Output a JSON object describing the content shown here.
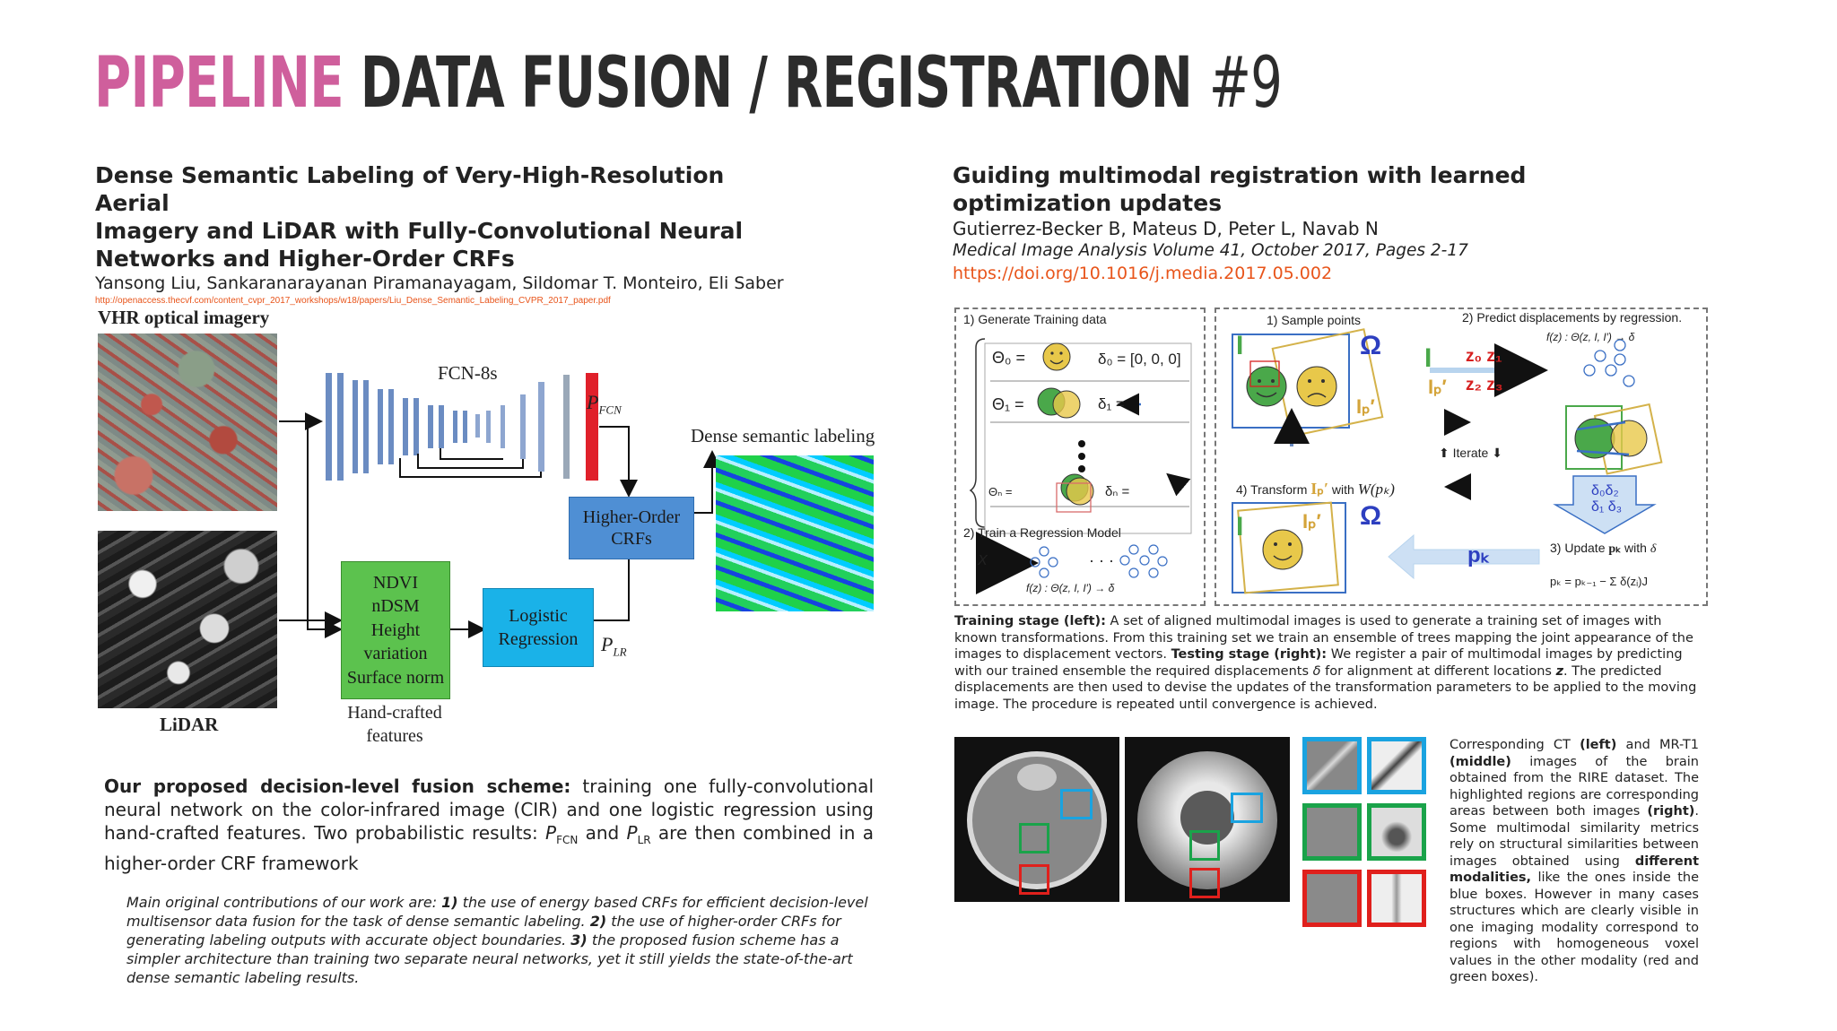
{
  "slide": {
    "title_pipeline": "PIPELINE",
    "title_main": "DATA FUSION / REGISTRATION",
    "title_number": "#9",
    "accent_color": "#cf5f9c"
  },
  "left": {
    "paper_title_line1": "Dense Semantic Labeling of Very-High-Resolution Aerial",
    "paper_title_line2": "Imagery and LiDAR with Fully-Convolutional Neural",
    "paper_title_line3": "Networks and Higher-Order CRFs",
    "authors": "Yansong Liu,  Sankaranarayanan Piramanayagam,  Sildomar T. Monteiro,  Eli Saber",
    "url": "http://openaccess.thecvf.com/content_cvpr_2017_workshops/w18/papers/Liu_Dense_Semantic_Labeling_CVPR_2017_paper.pdf",
    "figure": {
      "label_vhr": "VHR optical imagery",
      "label_lidar": "LiDAR",
      "label_fcn": "FCN-8s",
      "label_pfcn": "P",
      "label_pfcn_sub": "FCN",
      "label_plr": "P",
      "label_plr_sub": "LR",
      "label_dense": "Dense semantic labeling",
      "label_crf_1": "Higher-Order",
      "label_crf_2": "CRFs",
      "label_logistic_1": "Logistic",
      "label_logistic_2": "Regression",
      "features_lines": [
        "NDVI",
        "nDSM",
        "Height",
        "variation",
        "Surface norm"
      ],
      "label_handcrafted_1": "Hand-crafted",
      "label_handcrafted_2": "features"
    },
    "proposed_bold": "Our proposed decision-level fusion scheme:",
    "proposed_text1": " training one fully-convolutional neural network on the color-infrared image (CIR) and one logistic regression using hand-crafted features. Two probabilistic results: ",
    "proposed_p": "P",
    "proposed_sub_fcn": "FCN",
    "proposed_and": " and ",
    "proposed_sub_lr": "LR",
    "proposed_text2": " are then combined in a higher-order CRF framework",
    "contrib_1": "Main original contributions of our work are: ",
    "contrib_b1": "1)",
    "contrib_2": " the use of energy based CRFs for efficient decision-level multisensor data fusion for the task of dense semantic labeling. ",
    "contrib_b2": "2)",
    "contrib_3": " the use of higher-order CRFs for generating labeling outputs with accurate object boundaries. ",
    "contrib_b3": "3)",
    "contrib_4": " the proposed fusion scheme has a simpler architecture than training two separate neural networks, yet it still yields the state-of-the-art dense semantic labeling results."
  },
  "right": {
    "paper_title_line1": "Guiding multimodal registration with learned",
    "paper_title_line2": "optimization updates",
    "authors": "Gutierrez-Becker B, Mateus D, Peter L, Navab N",
    "journal": "Medical Image Analysis Volume 41, October 2017, Pages 2-17",
    "doi": "https://doi.org/10.1016/j.media.2017.05.002",
    "figure": {
      "step1": "1) Generate Training data",
      "step2": "2) Train a Regression Model",
      "sample": "1) Sample points",
      "predict": "2) Predict displacements by regression.",
      "iterate": "Iterate",
      "transform_a": "4) Transform ",
      "transform_b": " with ",
      "update": "3) Update ",
      "update_with": " with ",
      "theta0": "Θ",
      "delta0_val": "= [0, 0, 0]",
      "fz": "f(z) : Θ(z, I, I′) → δ",
      "pk_update": "p",
      "sum_part": "δ(z",
      "omega": "Ω",
      "big_I": "I",
      "ip": "I",
      "z_labels": "z₀ z₁",
      "z_labels2": "z₂ z₃",
      "delta_box": "δ₀δ₂",
      "delta_box2": "δ₁ δ₃",
      "pk": "p"
    },
    "training_bold": "Training stage (left):",
    "training_text": " A set of aligned multimodal images is used to generate a training set of images with known transformations. From this training set we train an ensemble of trees mapping the joint appearance of the images to displacement vectors. ",
    "testing_bold": "Testing stage (right):",
    "testing_text1": " We register a pair of multimodal images by predicting with our trained ensemble the required displacements ",
    "testing_delta": "δ",
    "testing_text2": " for alignment at different locations ",
    "testing_z": "z",
    "testing_text3": ". The predicted displacements are then used to devise the updates of the transformation parameters to be applied to the moving image. The procedure is repeated until convergence is achieved.",
    "ct_caption_1": "Corresponding CT ",
    "ct_left": "(left)",
    "ct_caption_2": " and MR-T1 ",
    "ct_middle": "(middle)",
    "ct_caption_3": " images of the brain obtained from the RIRE dataset. The highlighted regions are corresponding areas between both images ",
    "ct_right": "(right)",
    "ct_caption_4": ". Some multimodal similarity metrics rely on structural similarities between images obtained using ",
    "ct_different": "different modalities,",
    "ct_caption_5": " like the ones inside the blue boxes. However in many cases structures which are clearly visible in one imaging modality correspond to regions with homogeneous voxel values in the other modality (red and green boxes).",
    "colors": {
      "blue": "#1aa3e0",
      "green": "#1aa34a",
      "red": "#e0201c",
      "link": "#e8541a"
    }
  }
}
